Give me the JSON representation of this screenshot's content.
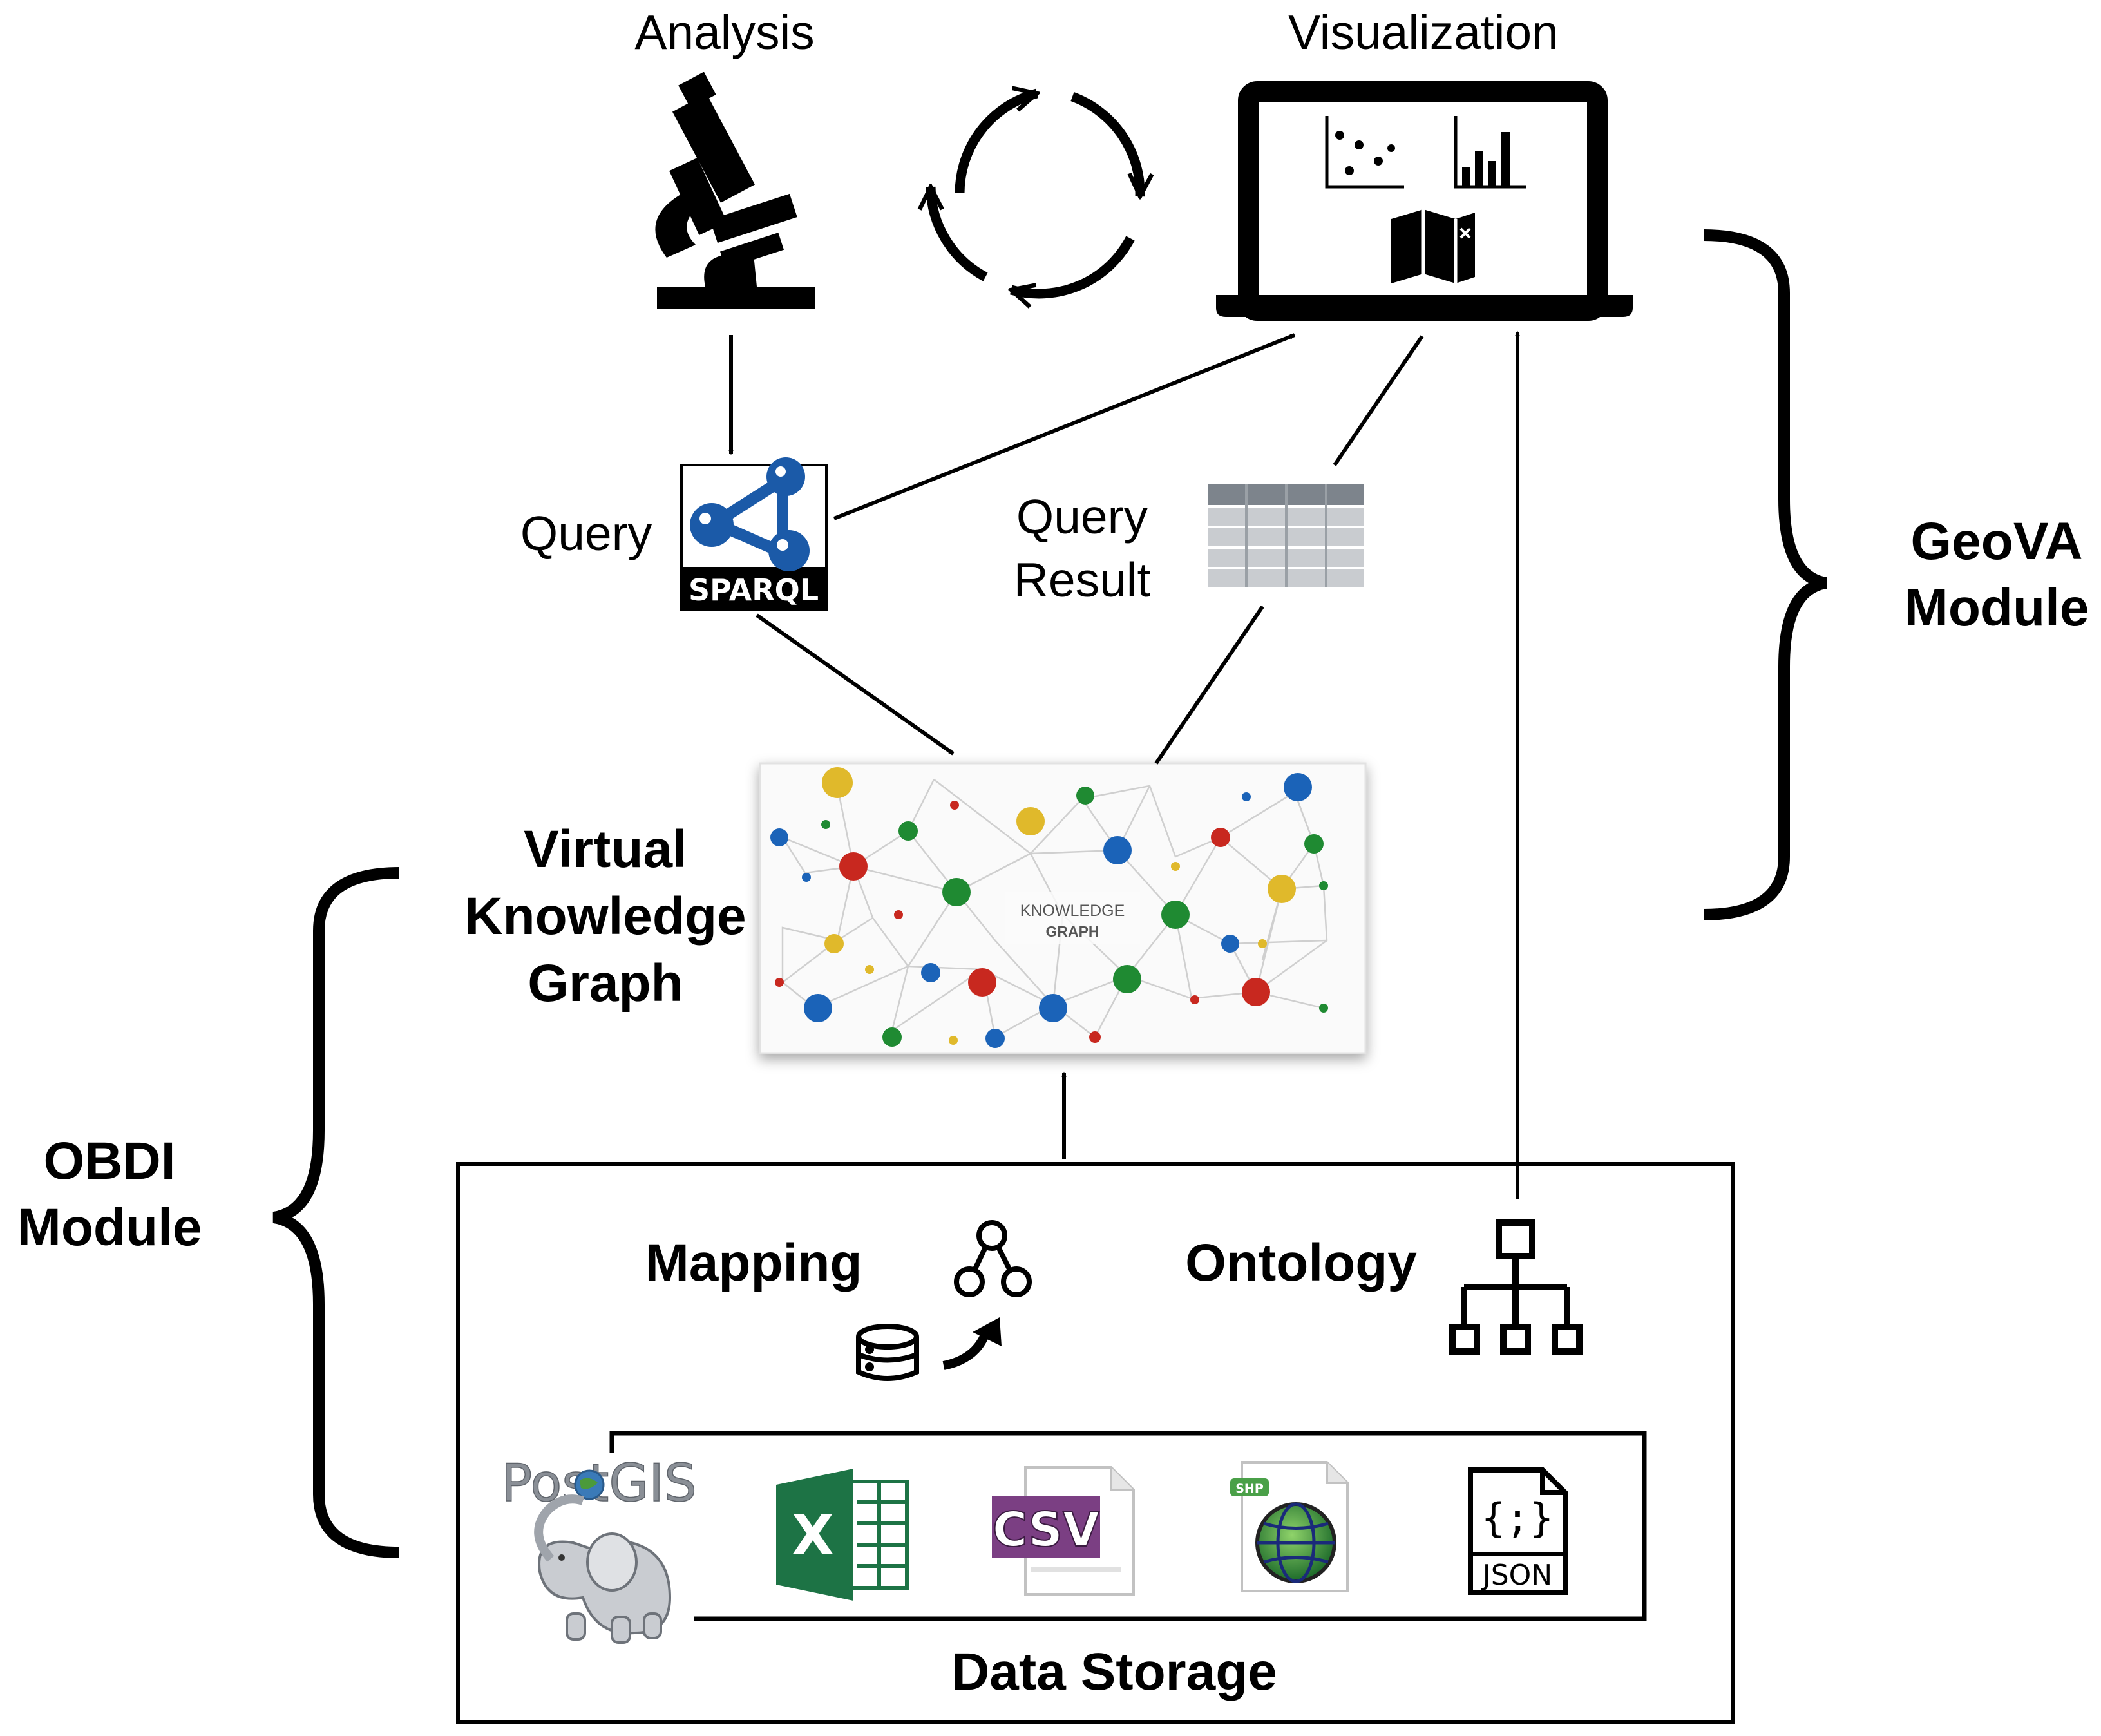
{
  "labels": {
    "analysis": "Analysis",
    "visualization": "Visualization",
    "query": "Query",
    "query_result_line1": "Query",
    "query_result_line2": "Result",
    "vkg_line1": "Virtual",
    "vkg_line2": "Knowledge",
    "vkg_line3": "Graph",
    "geova_line1": "GeoVA",
    "geova_line2": "Module",
    "obdi_line1": "OBDI",
    "obdi_line2": "Module",
    "mapping": "Mapping",
    "ontology": "Ontology",
    "data_storage": "Data Storage"
  },
  "icon_text": {
    "sparql": "SPARQL",
    "kg_line1": "KNOWLEDGE",
    "kg_line2": "GRAPH",
    "postgis": "PostGIS",
    "excel": "X",
    "csv": "CSV",
    "shp": "SHP",
    "json_braces": "{;}",
    "json": "JSON"
  },
  "icons": [
    "microscope-icon",
    "cycle-arrows-icon",
    "laptop-icon",
    "scatter-plot-icon",
    "bar-chart-icon",
    "map-icon",
    "sparql-logo",
    "table-icon",
    "knowledge-graph-image",
    "mapping-nodes-icon",
    "database-icon",
    "curved-arrow-icon",
    "hierarchy-icon",
    "postgis-logo",
    "elephant-icon",
    "excel-icon",
    "csv-file-icon",
    "shp-file-icon",
    "json-file-icon"
  ],
  "colors": {
    "sparql_blue": "#1b5aa8",
    "kg_red": "#c8281f",
    "kg_green": "#1f8a32",
    "kg_blue": "#1b63b8",
    "kg_yellow": "#e0b92b",
    "excel_green": "#1d7345",
    "csv_purple": "#7b3f83",
    "postgis_grey": "#8a8f96"
  }
}
